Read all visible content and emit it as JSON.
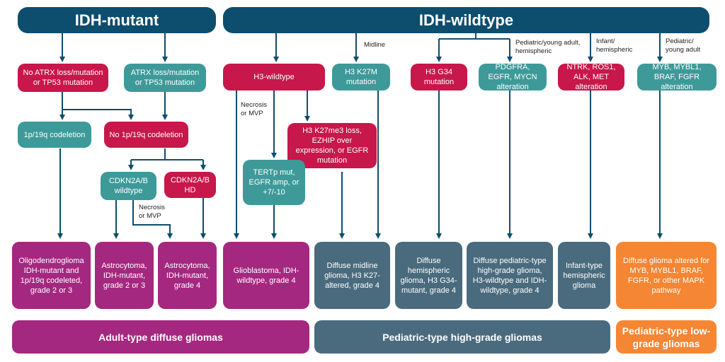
{
  "headers": {
    "idh_mutant": "IDH-mutant",
    "idh_wildtype": "IDH-wildtype"
  },
  "nodes": {
    "no_atrx": "No ATRX loss/mutation or TP53 mutation",
    "atrx": "ATRX loss/mutation or TP53 mutation",
    "codel": "1p/19q codeletion",
    "no_codel": "No 1p/19q codeletion",
    "cdkn_wt": "CDKN2A/B wildtype",
    "cdkn_hd": "CDKN2A/B HD",
    "h3_wt": "H3-wildtype",
    "h3_k27m": "H3 K27M mutation",
    "h3_k27me3": "H3 K27me3 loss, EZHIP over expression, or EGFR mutation",
    "tert": "TERTp mut, EGFR amp, or +7/-10",
    "h3_g34": "H3 G34 mutation",
    "pdgfra": "PDGFRA, EGFR, MYCN alteration",
    "ntrk": "NTRK, ROS1, ALK, MET alteration",
    "myb": "MYB, MYBL1, BRAF, FGFR alteration"
  },
  "edge_labels": {
    "midline": "Midline",
    "pediatric_hemispheric": "Pediatric/young adult, hemispheric",
    "infant_hemispheric": "Infant/ hemispheric",
    "pediatric_young_adult": "Pediatric/ young adult",
    "necrosis_mvp_1": "Necrosis or MVP",
    "necrosis_mvp_2": "Necrosis or MVP"
  },
  "outcomes": {
    "oligo": "Oligodendroglioma IDH-mutant and 1p/19q codeleted, grade 2 or 3",
    "astro23": "Astrocytoma, IDH-mutant, grade 2 or 3",
    "astro4": "Astrocytoma, IDH-mutant, grade 4",
    "gbm": "Glioblastoma, IDH-wildtype, grade 4",
    "dmg": "Diffuse midline glioma, H3 K27-altered, grade 4",
    "dhg": "Diffuse hemispheric glioma, H3 G34-mutant, grade 4",
    "pdhgg": "Diffuse pediatric-type high-grade glioma, H3-wildtype and IDH-wildtype, grade 4",
    "infant": "Infant-type hemispheric glioma",
    "mapk": "Diffuse glioma altered for MYB, MYBL1, BRAF, FGFR, or other MAPK pathway"
  },
  "categories": {
    "adult": "Adult-type diffuse gliomas",
    "ped_high": "Pediatric-type high-grade gliomas",
    "ped_low": "Pediatric-type low-grade gliomas"
  },
  "colors": {
    "header": "#0d4d6e",
    "red": "#c8174a",
    "teal": "#3d9a99",
    "purple": "#a4287f",
    "slate": "#4a6b7e",
    "orange": "#f58634",
    "line": "#0d4d6e"
  }
}
